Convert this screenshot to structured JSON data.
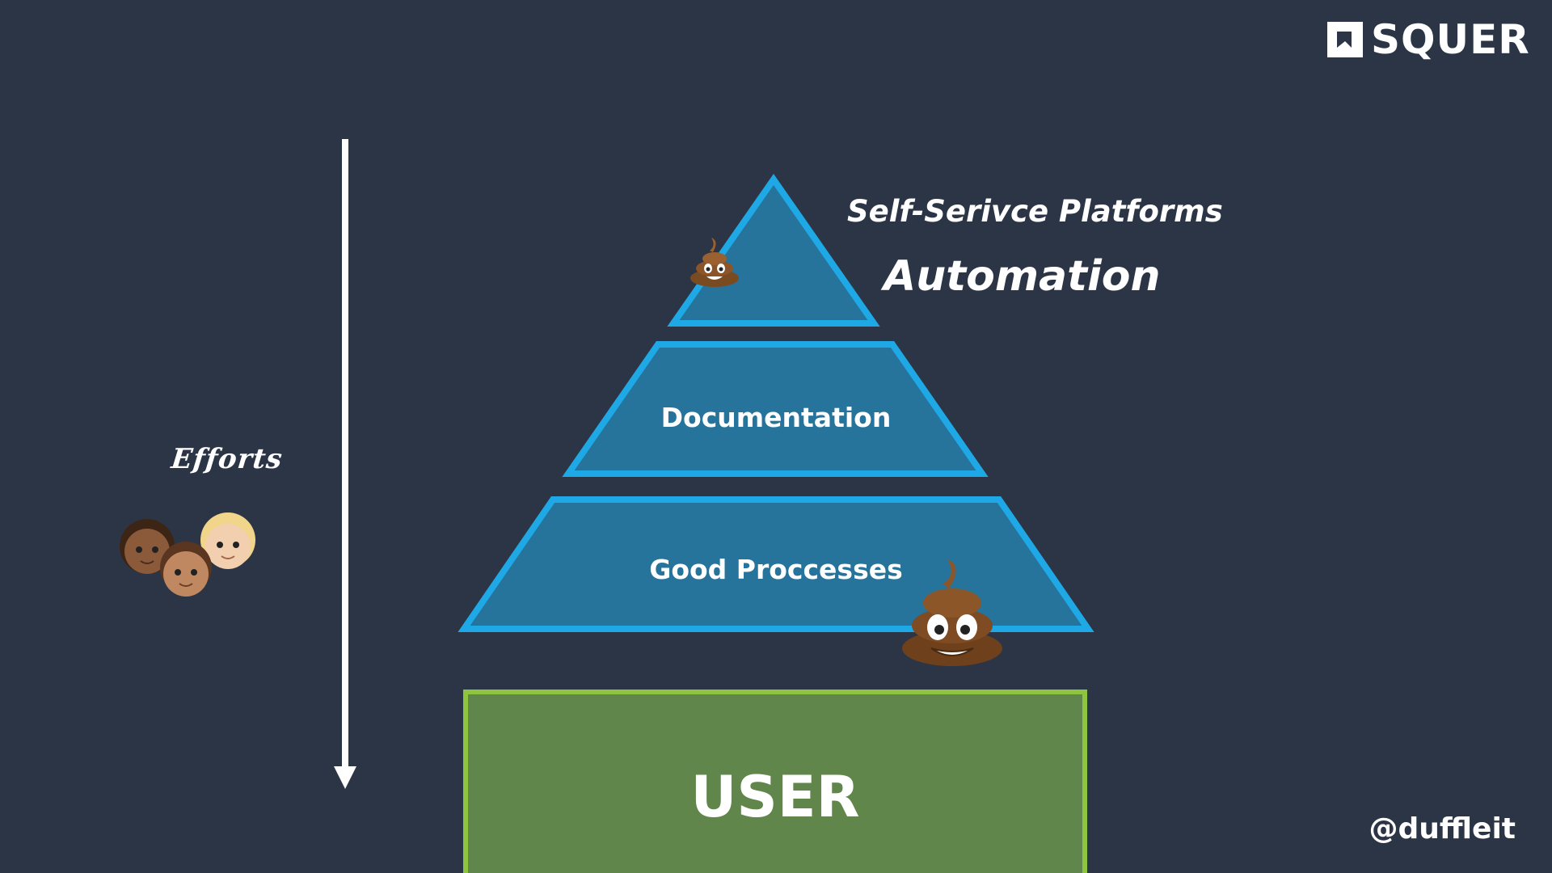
{
  "logo": {
    "text": "SQUER",
    "icon": "squer-logo-mark"
  },
  "handle": "@duffleit",
  "efforts": {
    "label": "Efforts",
    "arrow_icon": "down-arrow-icon",
    "people_icon": "people-emoji-icon"
  },
  "pyramid": {
    "top_labels": {
      "self_service": "Self-Serivce Platforms",
      "automation": "Automation"
    },
    "middle_label": "Documentation",
    "bottom_label": "Good Proccesses"
  },
  "foundation": {
    "label": "USER"
  },
  "decorations": {
    "small_poop_icon": "poop-emoji-icon",
    "large_poop_icon": "poop-emoji-icon"
  },
  "colors": {
    "background": "#2b3546",
    "pyramid_fill": "#26739b",
    "pyramid_stroke": "#1fa8e6",
    "user_fill": "#60864c",
    "user_stroke": "#8dc540",
    "text": "#ffffff"
  }
}
